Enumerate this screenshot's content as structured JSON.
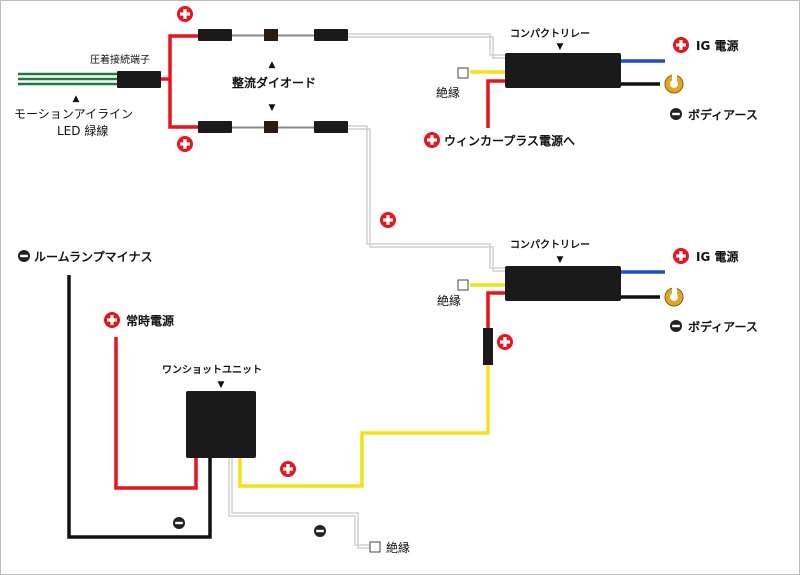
{
  "labels": {
    "crimp_terminal": "圧着接続端子",
    "motion_line": "モーションアイライン",
    "led_wire": "LED 緑線",
    "diode": "整流ダイオード",
    "relay": "コンパクトリレー",
    "ig_power": "IG 電源",
    "body_earth": "ボディアース",
    "insulate": "絶縁",
    "winker_plus": "ウィンカープラス電源へ",
    "room_lamp_minus": "ルームランプマイナス",
    "constant_power": "常時電源",
    "one_shot_unit": "ワンショットユニット"
  },
  "symbols": {
    "plus": "+",
    "minus": "−",
    "arrow_up": "▲",
    "arrow_down": "▼"
  },
  "colors": {
    "plus_badge": "#e8141c",
    "minus_badge": "#222222",
    "wire_red": "#e8141c",
    "wire_yellow": "#f2e21a",
    "wire_blue": "#1f4fbf",
    "wire_black": "#111111",
    "wire_green": "#1e7a3a",
    "wire_white": "#d9d9d9",
    "component": "#1a1a1a",
    "terminal_ring": "#e2a526",
    "frame": "#bbbbbb"
  }
}
